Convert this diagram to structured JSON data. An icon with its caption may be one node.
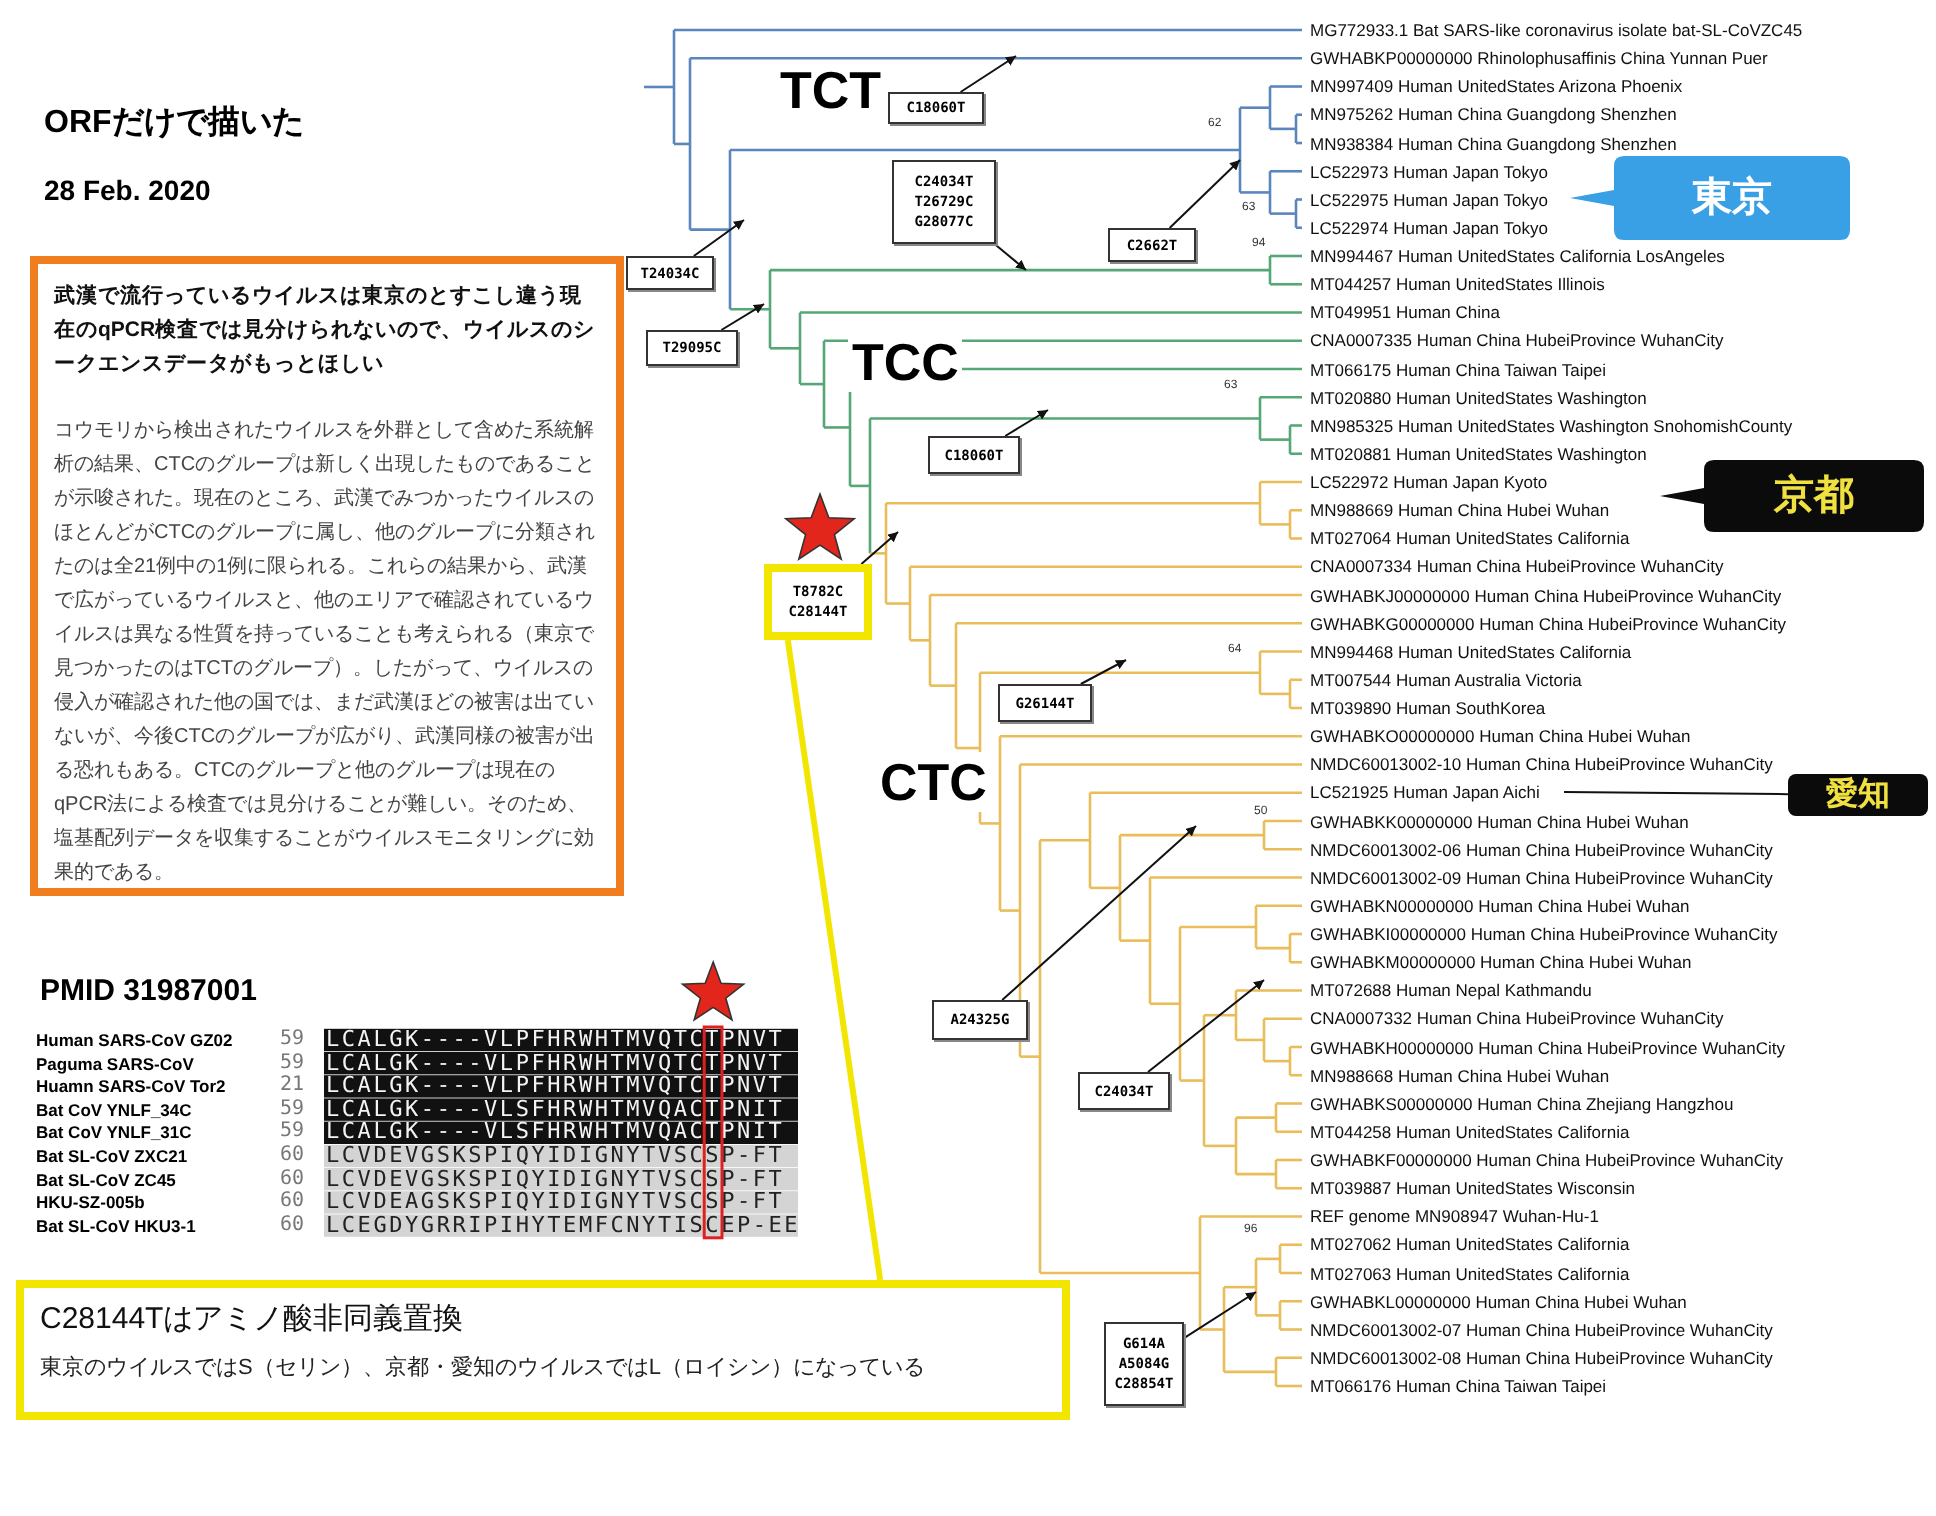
{
  "diagram": {
    "nodes": [
      {
        "text": [
          "武漢で流行っているウイルスは東京のとすこし違う現在のqPCR検査では見分けられないので、ウイルスのシークエンスデータがもっとほしい",
          "コウモリから検出されたウイルスを外群として含めた系統解析の結果、CTCのグループは新しく出現したものであることが示唆された。現在のところ、武漢でみつかったウイルスのほとんどがCTCのグループに属し、他のグループに分類されたのは全21例中の1例に限られる。これらの結果から、武漢で広がっているウイルスと、他のエリアで確認されているウイルスは異なる性質を持っていることも考えられる（東京で見つかったのはTCTのグループ）。したがって、ウイルスの侵入が確認された他の国では、まだ武漢ほどの被害は出ていないが、今後CTCのグループが広がり、武漢同様の被害が出る恐れもある。CTCのグループと他のグループは現在のqPCR法による検査では見分けることが難しい。そのため、塩基配列データを収集することがウイルスモニタリングに効果的である。"
        ]
      },
      {
        "text": [
          "C18060T"
        ]
      },
      {
        "text": [
          "C24034T T26729C G28077C"
        ]
      },
      {
        "text": [
          "C2662T"
        ]
      },
      {
        "text": [
          "T24034C"
        ]
      },
      {
        "text": [
          "T29095C"
        ]
      },
      {
        "text": [
          "東京"
        ]
      },
      {
        "text": [
          "C18060T"
        ]
      },
      {
        "text": [
          "京都"
        ]
      },
      {
        "text": [
          "T8782C C28144T"
        ]
      },
      {
        "text": [
          "G26144T"
        ]
      },
      {
        "text": [
          "愛知"
        ]
      },
      {
        "text": [
          "A24325G"
        ]
      },
      {
        "text": [
          "C24034T"
        ]
      },
      {
        "text": [
          "G614A A5084G C28854T"
        ]
      },
      {
        "text": [
          "C28144Tはアミノ酸非同義置換",
          "東京のウイルスではS（セリン）、京都・愛知のウイルスではL（ロイシン）になっている"
        ]
      }
    ],
    "edges": [
      {
        "from": 1,
        "to": null,
        "arrow": "to"
      },
      {
        "from": 2,
        "to": null,
        "arrow": "to"
      },
      {
        "from": 3,
        "to": null,
        "arrow": "to"
      },
      {
        "from": 4,
        "to": null,
        "arrow": "to"
      },
      {
        "from": 5,
        "to": null,
        "arrow": "to"
      },
      {
        "from": 7,
        "to": null,
        "arrow": "to"
      },
      {
        "from": 9,
        "to": null,
        "arrow": "to"
      },
      {
        "from": 9,
        "to": 15,
        "arrow": "none",
        "style": "thick",
        "color": "#f2e600"
      },
      {
        "from": 10,
        "to": null,
        "arrow": "to"
      },
      {
        "from": 11,
        "to": null,
        "arrow": "none"
      },
      {
        "from": 12,
        "to": null,
        "arrow": "to"
      },
      {
        "from": 13,
        "to": null,
        "arrow": "to"
      },
      {
        "from": 14,
        "to": null,
        "arrow": "to"
      }
    ],
    "labels": [
      "ORFだけで描いた",
      "28 Feb. 2020",
      "TCT",
      "TCC",
      "CTC",
      "62",
      "63",
      "94",
      "63",
      "64",
      "50",
      "96",
      "MG772933.1 Bat SARS-like coronavirus isolate bat-SL-CoVZC45",
      "GWHABKP00000000 Rhinolophusaffinis China Yunnan Puer",
      "MN997409 Human UnitedStates Arizona Phoenix",
      "MN975262 Human China Guangdong Shenzhen",
      "MN938384 Human China Guangdong Shenzhen",
      "LC522973 Human Japan Tokyo",
      "LC522975 Human Japan Tokyo",
      "LC522974 Human Japan Tokyo",
      "MN994467 Human UnitedStates California LosAngeles",
      "MT044257 Human UnitedStates Illinois",
      "MT049951 Human China",
      "CNA0007335 Human China HubeiProvince WuhanCity",
      "MT066175 Human China Taiwan Taipei",
      "MT020880 Human UnitedStates Washington",
      "MN985325 Human UnitedStates Washington SnohomishCounty",
      "MT020881 Human UnitedStates Washington",
      "LC522972 Human Japan Kyoto",
      "MN988669 Human China Hubei Wuhan",
      "MT027064 Human UnitedStates California",
      "CNA0007334 Human China HubeiProvince WuhanCity",
      "GWHABKJ00000000 Human China HubeiProvince WuhanCity",
      "GWHABKG00000000 Human China HubeiProvince WuhanCity",
      "MN994468 Human UnitedStates California",
      "MT007544 Human Australia Victoria",
      "MT039890 Human SouthKorea",
      "GWHABKO00000000 Human China Hubei Wuhan",
      "NMDC60013002-10 Human China HubeiProvince WuhanCity",
      "LC521925 Human Japan Aichi",
      "GWHABKK00000000 Human China Hubei Wuhan",
      "NMDC60013002-06 Human China HubeiProvince WuhanCity",
      "NMDC60013002-09 Human China HubeiProvince WuhanCity",
      "GWHABKN00000000 Human China Hubei Wuhan",
      "GWHABKI00000000 Human China HubeiProvince WuhanCity",
      "GWHABKM00000000 Human China Hubei Wuhan",
      "MT072688 Human Nepal Kathmandu",
      "CNA0007332 Human China HubeiProvince WuhanCity",
      "GWHABKH00000000 Human China HubeiProvince WuhanCity",
      "MN988668 Human China Hubei Wuhan",
      "GWHABKS00000000 Human China Zhejiang Hangzhou",
      "MT044258 Human UnitedStates California",
      "GWHABKF00000000 Human China HubeiProvince WuhanCity",
      "MT039887 Human UnitedStates Wisconsin",
      "REF genome MN908947 Wuhan-Hu-1",
      "MT027062 Human UnitedStates California",
      "MT027063 Human UnitedStates California",
      "GWHABKL00000000 Human China Hubei Wuhan",
      "NMDC60013002-07 Human China HubeiProvince WuhanCity",
      "NMDC60013002-08 Human China HubeiProvince WuhanCity",
      "MT066176 Human China Taiwan Taipei",
      "PMID 31987001",
      "Human SARS-CoV GZ02",
      "59",
      "LCALGK----VLPFHRWHTMVQTCTPNVT",
      "Paguma SARS-CoV",
      "59",
      "LCALGK----VLPFHRWHTMVQTCTPNVT",
      "Huamn SARS-CoV Tor2",
      "21",
      "LCALGK----VLPFHRWHTMVQTCTPNVT",
      "Bat CoV YNLF_34C",
      "59",
      "LCALGK----VLSFHRWHTMVQACTPNIT",
      "Bat CoV YNLF_31C",
      "59",
      "LCALGK----VLSFHRWHTMVQACTPNIT",
      "Bat SL-CoV ZXC21",
      "60",
      "LCVDEVGSKSPIQYIDIGNYTVSCSP-FT",
      "Bat SL-CoV ZC45",
      "60",
      "LCVDEVGSKSPIQYIDIGNYTVSCSP-FT",
      "HKU-SZ-005b",
      "60",
      "LCVDEAGSKSPIQYIDIGNYTVSCSP-FT",
      "Bat SL-CoV HKU3-1",
      "60",
      "LCEGDYGRRIPIHYTEMFCNYTISCEP-EE"
    ]
  }
}
